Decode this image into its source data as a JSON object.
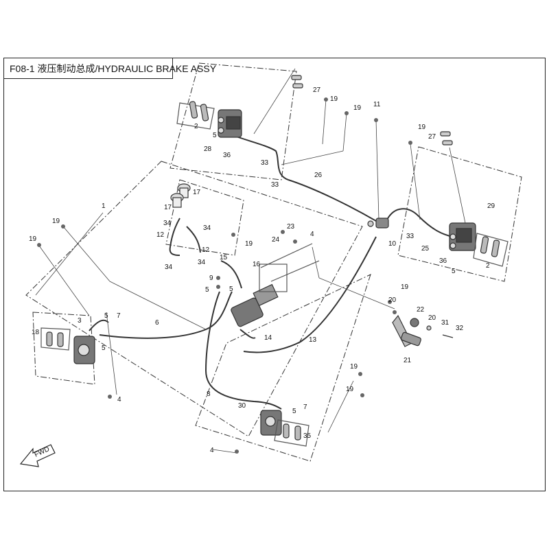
{
  "title": "F08-1 液压制动总成/HYDRAULIC BRAKE ASSY",
  "fwd_label": "FWD",
  "colors": {
    "line": "#222222",
    "dash": "#333333",
    "part": "#555555"
  },
  "callouts": [
    {
      "id": "c27a",
      "text": "27"
    },
    {
      "id": "c19a",
      "text": "19"
    },
    {
      "id": "c19b",
      "text": "19"
    },
    {
      "id": "c11",
      "text": "11"
    },
    {
      "id": "c2a",
      "text": "2"
    },
    {
      "id": "c5a",
      "text": "5"
    },
    {
      "id": "c28",
      "text": "28"
    },
    {
      "id": "c36a",
      "text": "36"
    },
    {
      "id": "c33a",
      "text": "33"
    },
    {
      "id": "c33b",
      "text": "33"
    },
    {
      "id": "c26",
      "text": "26"
    },
    {
      "id": "c19c",
      "text": "19"
    },
    {
      "id": "c27b",
      "text": "27"
    },
    {
      "id": "c29",
      "text": "29"
    },
    {
      "id": "c10",
      "text": "10"
    },
    {
      "id": "c33c",
      "text": "33"
    },
    {
      "id": "c25",
      "text": "25"
    },
    {
      "id": "c36b",
      "text": "36"
    },
    {
      "id": "c5b",
      "text": "5"
    },
    {
      "id": "c2b",
      "text": "2"
    },
    {
      "id": "c1",
      "text": "1"
    },
    {
      "id": "c17a",
      "text": "17"
    },
    {
      "id": "c17b",
      "text": "17"
    },
    {
      "id": "c34a",
      "text": "34"
    },
    {
      "id": "c34b",
      "text": "34"
    },
    {
      "id": "c12a",
      "text": "12"
    },
    {
      "id": "c12b",
      "text": "12"
    },
    {
      "id": "c34c",
      "text": "34"
    },
    {
      "id": "c34d",
      "text": "34"
    },
    {
      "id": "c19d",
      "text": "19"
    },
    {
      "id": "c19e",
      "text": "19"
    },
    {
      "id": "c19f",
      "text": "19"
    },
    {
      "id": "c23",
      "text": "23"
    },
    {
      "id": "c24",
      "text": "24"
    },
    {
      "id": "c4a",
      "text": "4"
    },
    {
      "id": "c15",
      "text": "15"
    },
    {
      "id": "c16",
      "text": "16"
    },
    {
      "id": "c9",
      "text": "9"
    },
    {
      "id": "c5c",
      "text": "5"
    },
    {
      "id": "c5d",
      "text": "5"
    },
    {
      "id": "c3",
      "text": "3"
    },
    {
      "id": "c5e",
      "text": "5"
    },
    {
      "id": "c7a",
      "text": "7"
    },
    {
      "id": "c18",
      "text": "18"
    },
    {
      "id": "c6",
      "text": "6"
    },
    {
      "id": "c5f",
      "text": "5"
    },
    {
      "id": "c4b",
      "text": "4"
    },
    {
      "id": "c14",
      "text": "14"
    },
    {
      "id": "c13",
      "text": "13"
    },
    {
      "id": "c19g",
      "text": "19"
    },
    {
      "id": "c20a",
      "text": "20"
    },
    {
      "id": "c22",
      "text": "22"
    },
    {
      "id": "c20b",
      "text": "20"
    },
    {
      "id": "c31",
      "text": "31"
    },
    {
      "id": "c32",
      "text": "32"
    },
    {
      "id": "c21",
      "text": "21"
    },
    {
      "id": "c8",
      "text": "8"
    },
    {
      "id": "c19h",
      "text": "19"
    },
    {
      "id": "c19i",
      "text": "19"
    },
    {
      "id": "c30",
      "text": "30"
    },
    {
      "id": "c5g",
      "text": "5"
    },
    {
      "id": "c7b",
      "text": "7"
    },
    {
      "id": "c35",
      "text": "35"
    },
    {
      "id": "c4c",
      "text": "4"
    }
  ]
}
